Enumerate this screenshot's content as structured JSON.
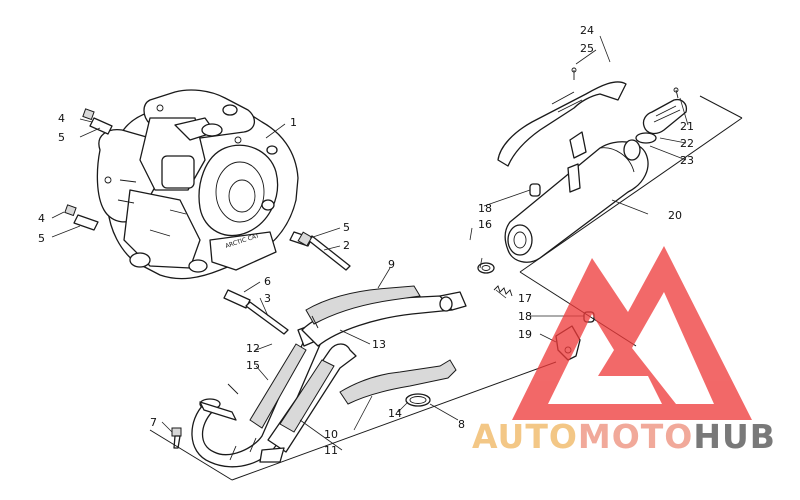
{
  "labels": [
    {
      "id": "1",
      "text": "1"
    },
    {
      "id": "2",
      "text": "2"
    },
    {
      "id": "3",
      "text": "3"
    },
    {
      "id": "4a",
      "text": "4"
    },
    {
      "id": "5a",
      "text": "5"
    },
    {
      "id": "4b",
      "text": "4"
    },
    {
      "id": "5b",
      "text": "5"
    },
    {
      "id": "5c",
      "text": "5"
    },
    {
      "id": "6",
      "text": "6"
    },
    {
      "id": "7",
      "text": "7"
    },
    {
      "id": "8",
      "text": "8"
    },
    {
      "id": "9",
      "text": "9"
    },
    {
      "id": "10",
      "text": "10"
    },
    {
      "id": "11",
      "text": "11"
    },
    {
      "id": "12",
      "text": "12"
    },
    {
      "id": "13",
      "text": "13"
    },
    {
      "id": "14",
      "text": "14"
    },
    {
      "id": "15",
      "text": "15"
    },
    {
      "id": "16",
      "text": "16"
    },
    {
      "id": "17",
      "text": "17"
    },
    {
      "id": "18a",
      "text": "18"
    },
    {
      "id": "18b",
      "text": "18"
    },
    {
      "id": "19",
      "text": "19"
    },
    {
      "id": "20",
      "text": "20"
    },
    {
      "id": "21",
      "text": "21"
    },
    {
      "id": "22",
      "text": "22"
    },
    {
      "id": "23",
      "text": "23"
    },
    {
      "id": "24",
      "text": "24"
    },
    {
      "id": "25",
      "text": "25"
    }
  ],
  "watermark": {
    "part1": "AUTO",
    "part2": "MOTO",
    "part3": "HUB",
    "color_auto": "#f2c27a",
    "color_moto": "#f0a090",
    "color_hub": "#6b6b6b",
    "logo_color": "#ee3b3b"
  }
}
